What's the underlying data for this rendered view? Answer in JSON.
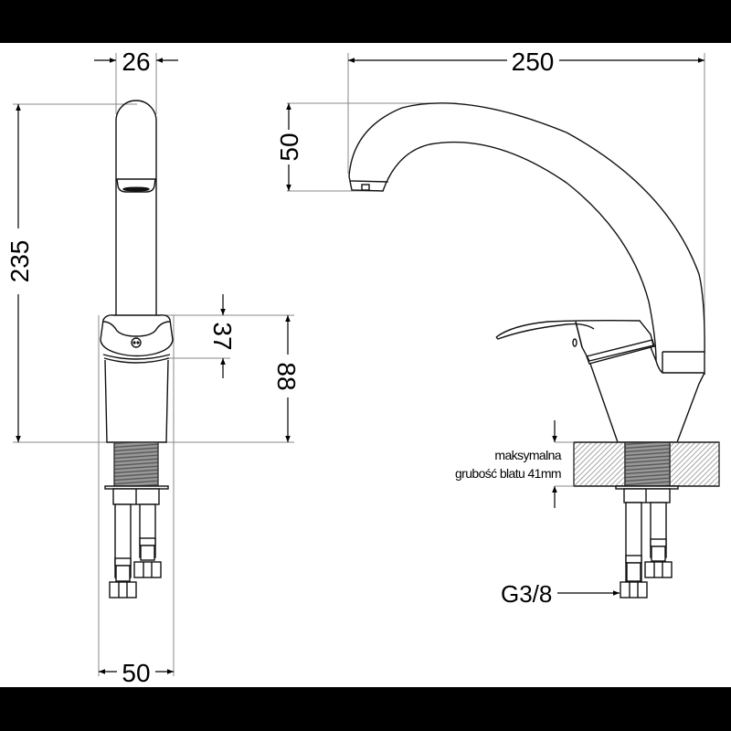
{
  "drawing": {
    "title": "Kitchen faucet technical drawing",
    "background": "#ffffff",
    "frame_color": "#000000",
    "line_color": "#111111",
    "guide_color": "#888888"
  },
  "front_view": {
    "dimensions": {
      "spout_width": {
        "value": "26",
        "unit": "mm"
      },
      "total_height": {
        "value": "235",
        "unit": "mm"
      },
      "lever_height": {
        "value": "37",
        "unit": "mm"
      },
      "body_height": {
        "value": "88",
        "unit": "mm"
      },
      "base_width": {
        "value": "50",
        "unit": "mm"
      }
    }
  },
  "side_view": {
    "dimensions": {
      "spout_reach": {
        "value": "250",
        "unit": "mm"
      },
      "spout_drop": {
        "value": "50",
        "unit": "mm"
      }
    },
    "notes": {
      "countertop_line1": "maksymalna",
      "countertop_line2": "grubość blatu 41mm",
      "connection": "G3/8"
    }
  }
}
